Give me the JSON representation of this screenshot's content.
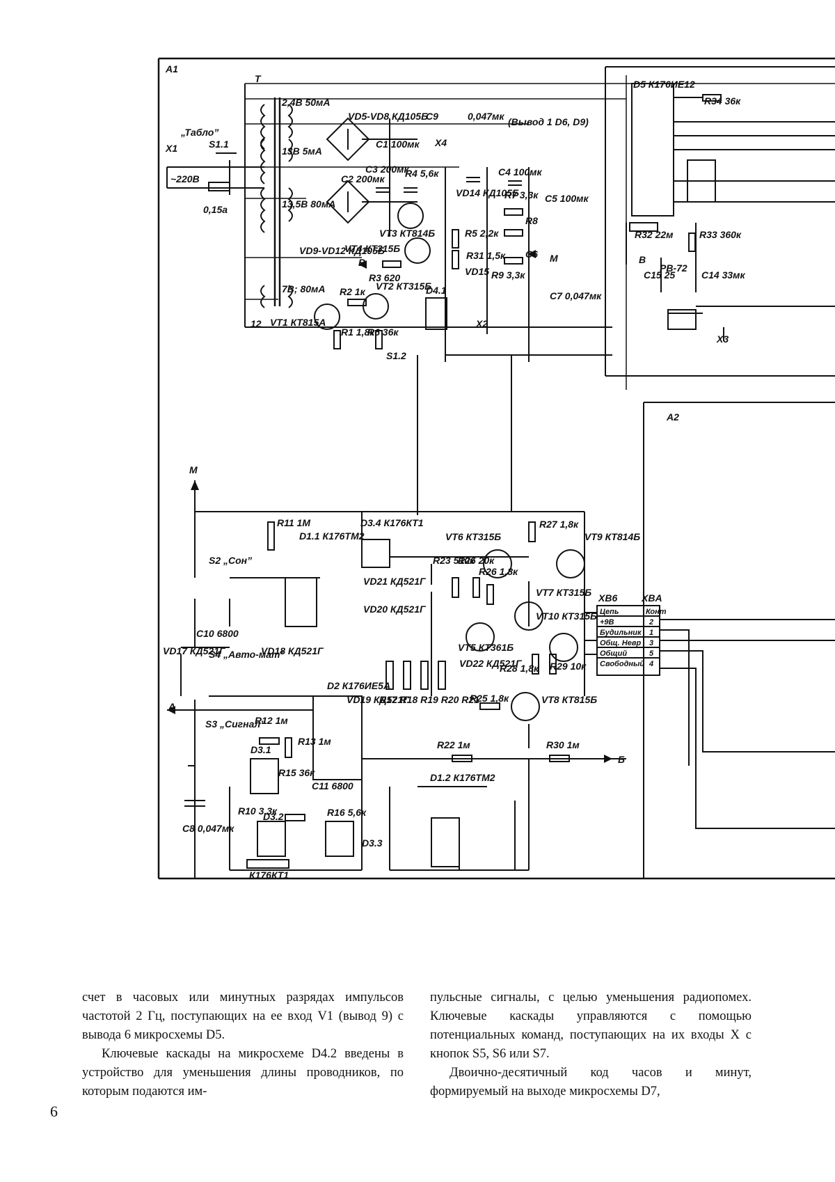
{
  "schematic": {
    "blocks": [
      "A1",
      "A2"
    ],
    "labels": {
      "switch_tablo": "„Табло”",
      "switch_s11": "S1.1",
      "switch_s12": "S1.2",
      "connector_x1": "X1",
      "mains": "~220В",
      "fuse": "0,15а",
      "transformer": "T",
      "w1": "2,4В 50мА",
      "w2": "13В 5мА",
      "w3": "13,5В 80мА",
      "w4": "7В; 80мА",
      "vd5": "VD5-VD8 КД105Б",
      "vd9": "VD9-VD12 КД105Б",
      "c9": "C9",
      "c9v": "0,047мк",
      "c9pin": "(Вывод 1 D6, D9)",
      "c1": "C1 100мк",
      "c2": "C2 200мк",
      "c3": "C3 200мк",
      "x4": "X4",
      "r4": "R4 5,6к",
      "c4": "C4 100мк",
      "vd14": "VD14 КД105Б",
      "r7": "R7 3,3к",
      "c5": "C5 100мк",
      "vt3": "VT3 КТ814Б",
      "vt4": "VT4 КТ315Б",
      "r5": "R5 2,2к",
      "r31": "R31 1,5к",
      "r8": "R8",
      "r9": "R9 3,3к",
      "c6": "C6",
      "c7": "C7 0,047мк",
      "vd15": "VD15",
      "r3": "R3 620",
      "vt1": "VT1 КТ815А",
      "r2": "R2 1к",
      "vt2": "VT2 КТ315Б",
      "d41": "D4.1",
      "r1": "R1 1,8к",
      "r6": "R6 36к",
      "x2": "X2",
      "pin_v": "В",
      "pin_m": "М",
      "pin_b": "Б",
      "pin_a": "А",
      "pin_12": "12",
      "d5": "D5 К176ИЕ12",
      "r34": "R34 36к",
      "r32": "R32 22м",
      "r33": "R33 360к",
      "b1": "В",
      "pb72": "РВ-72",
      "c15": "C15 25",
      "c14": "C14 33мк",
      "x3": "X3",
      "a2": "A2",
      "r11": "R11 1М",
      "d11": "D1.1 К176ТМ2",
      "d34": "D3.4 К176КТ1",
      "vt6": "VT6 КТ315Б",
      "r27": "R27 1,8к",
      "vt9": "VT9 КТ814Б",
      "s2": "S2 „Сон”",
      "vd21": "VD21 КД521Г",
      "vd20": "VD20 КД521Г",
      "r23": "R23 510к",
      "r26": "R26 20к",
      "r28b": "R26 1,8к",
      "vt7": "VT7 КТ315Б",
      "vt10": "VT10 КТ315Б",
      "c10": "C10 6800",
      "s4": "S4 „Авто-мат”",
      "vd17": "VD17 КД521Г",
      "vd18": "VD18 КД521Г",
      "vt5": "VT5 КТ361Б",
      "vd22": "VD22 КД521Г",
      "r28": "R28 1,8к",
      "r29": "R29 10к",
      "d2": "D2 К176ИЕ5А",
      "vd19": "VD19 КД521Г",
      "r17_21": "R17 R18 R19 R20 R21",
      "r25": "R25 1,8к",
      "vt8": "VT8 КТ815Б",
      "s3": "S3 „Сигнал”",
      "r12": "R12 1м",
      "r13": "R13 1м",
      "d31": "D3.1",
      "r15": "R15 36к",
      "c11": "C11 6800",
      "r22": "R22 1м",
      "r30": "R30 1м",
      "c8": "C8 0,047мк",
      "r10": "R10 3,3к",
      "d32": "D3.2",
      "k176kt1": "К176КТ1",
      "r16": "R16 5,6к",
      "d33": "D3.3",
      "d12": "D1.2 К176ТМ2",
      "xb6": "XB6",
      "xb_a": "XBА"
    },
    "connector_table": {
      "header": [
        "Цепь",
        "Конт"
      ],
      "rows": [
        [
          "+9В",
          "2"
        ],
        [
          "Будильник",
          "1"
        ],
        [
          "Общ. Невр",
          "3"
        ],
        [
          "Общий",
          "5"
        ],
        [
          "Свободный",
          "4"
        ]
      ]
    }
  },
  "text": {
    "left_p1": "счет в часовых или минутных разрядах импульсов частотой 2 Гц, поступающих на ее вход V1 (вывод 9) с вывода 6 микросхемы D5.",
    "left_p2": "Ключевые каскады на микросхеме D4.2 введены в устройство для уменьшения длины проводников, по которым подаются им-",
    "right_p1": "пульсные сигналы, с целью уменьшения радиопомех. Ключевые каскады управляются с помощью потенциальных команд, поступающих на их входы X с кнопок S5, S6 или S7.",
    "right_p2": "Двоично-десятичный код часов и минут, формируемый на выходе микросхемы D7,",
    "page_number": "6"
  }
}
